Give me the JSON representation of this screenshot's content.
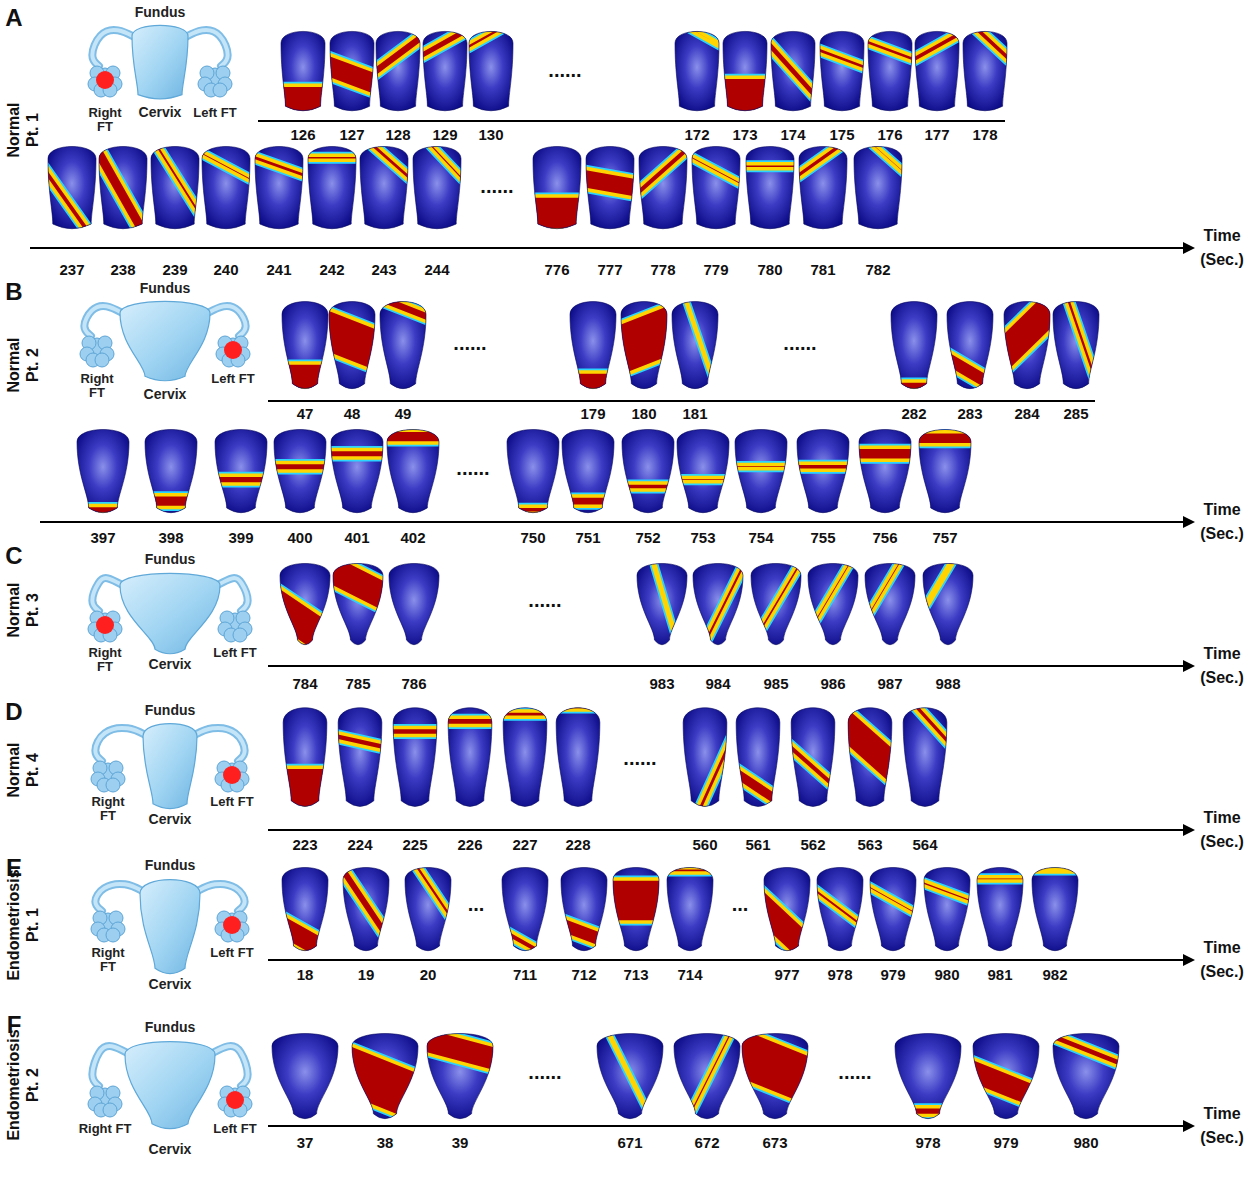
{
  "diagram": {
    "labels": [
      "A",
      "Fundus",
      "Right FT",
      "Left FT",
      "Cervix",
      "Normal",
      "Pt. 1",
      "126",
      "127",
      "128",
      "129",
      "130",
      "......",
      "172",
      "173",
      "174",
      "175",
      "176",
      "177",
      "178",
      "237",
      "238",
      "239",
      "240",
      "241",
      "242",
      "243",
      "244",
      "......",
      "776",
      "777",
      "778",
      "779",
      "780",
      "781",
      "782",
      "Time",
      "(Sec.)",
      "B",
      "Fundus",
      "Right FT",
      "Left FT",
      "Cervix",
      "Normal",
      "Pt. 2",
      "47",
      "48",
      "49",
      "......",
      "179",
      "180",
      "181",
      "......",
      "282",
      "283",
      "284",
      "285",
      "397",
      "398",
      "399",
      "400",
      "401",
      "402",
      "......",
      "750",
      "751",
      "752",
      "753",
      "754",
      "755",
      "756",
      "757",
      "Time",
      "(Sec.)",
      "C",
      "Fundus",
      "Right FT",
      "Left FT",
      "Cervix",
      "Normal",
      "Pt. 3",
      "784",
      "785",
      "786",
      "......",
      "983",
      "984",
      "985",
      "986",
      "987",
      "988",
      "Time",
      "(Sec.)",
      "D",
      "Fundus",
      "Right FT",
      "Left FT",
      "Cervix",
      "Normal",
      "Pt. 4",
      "223",
      "224",
      "225",
      "226",
      "227",
      "228",
      "......",
      "560",
      "561",
      "562",
      "563",
      "564",
      "Time",
      "(Sec.)",
      "E",
      "Fundus",
      "Right FT",
      "Left FT",
      "Cervix",
      "Endometriosis",
      "Pt. 1",
      "18",
      "19",
      "20",
      "...",
      "711",
      "712",
      "713",
      "714",
      "...",
      "977",
      "978",
      "979",
      "980",
      "981",
      "982",
      "Time",
      "(Sec.)",
      "F",
      "Fundus",
      "Right FT",
      "Left FT",
      "Cervix",
      "Endometriosis",
      "Pt. 2",
      "37",
      "38",
      "39",
      "......",
      "671",
      "672",
      "673",
      "......",
      "978",
      "979",
      "980",
      "Time",
      "(Sec.)"
    ]
  }
}
